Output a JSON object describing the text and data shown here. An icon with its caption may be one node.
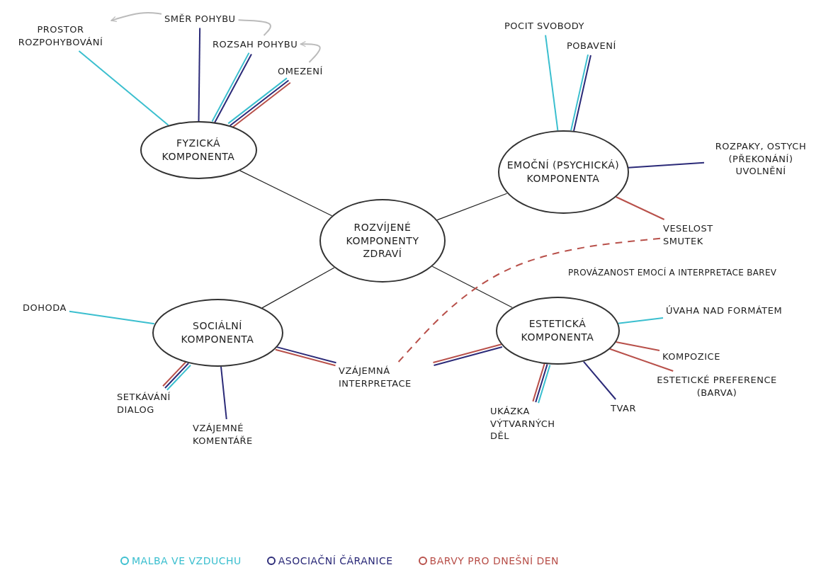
{
  "diagram": {
    "nodes": [
      {
        "text": [
          "ROZVÍJENÉ KOMPONENTY ZDRAVÍ"
        ]
      },
      {
        "text": [
          "FYZICKÁ KOMPONENTA"
        ]
      },
      {
        "text": [
          "EMOČNÍ (PSYCHICKÁ) KOMPONENTA"
        ]
      },
      {
        "text": [
          "SOCIÁLNÍ KOMPONENTA"
        ]
      },
      {
        "text": [
          "ESTETICKÁ KOMPONENTA"
        ]
      },
      {
        "text": [
          "PROSTOR ROZPOHYBOVÁNÍ"
        ]
      },
      {
        "text": [
          "SMĚR POHYBU"
        ]
      },
      {
        "text": [
          "ROZSAH POHYBU"
        ]
      },
      {
        "text": [
          "OMEZENÍ"
        ]
      },
      {
        "text": [
          "POCIT SVOBODY"
        ]
      },
      {
        "text": [
          "POBAVENÍ"
        ]
      },
      {
        "text": [
          "ROZPAKY, OSTYCH (PŘEKONÁNÍ) UVOLNĚNÍ"
        ]
      },
      {
        "text": [
          "VESELOST SMUTEK"
        ]
      },
      {
        "text": [
          "DOHODA"
        ]
      },
      {
        "text": [
          "SETKÁVÁNÍ DIALOG"
        ]
      },
      {
        "text": [
          "VZÁJEMNÉ KOMENTÁŘE"
        ]
      },
      {
        "text": [
          "VZÁJEMNÁ INTERPRETACE"
        ]
      },
      {
        "text": [
          "ÚVAHA NAD FORMÁTEM"
        ]
      },
      {
        "text": [
          "KOMPOZICE"
        ]
      },
      {
        "text": [
          "ESTETICKÉ PREFERENCE (BARVA)"
        ]
      },
      {
        "text": [
          "UKÁZKA VÝTVARNÝCH DĚL"
        ]
      },
      {
        "text": [
          "TVAR"
        ]
      }
    ],
    "edges": [
      {
        "from": 0,
        "to": 1,
        "arrow": "none"
      },
      {
        "from": 0,
        "to": 2,
        "arrow": "none"
      },
      {
        "from": 0,
        "to": 3,
        "arrow": "none"
      },
      {
        "from": 0,
        "to": 4,
        "arrow": "none"
      },
      {
        "from": 1,
        "to": 5,
        "arrow": "none",
        "color": "#3bbfcf"
      },
      {
        "from": 1,
        "to": 6,
        "arrow": "none",
        "color": "#2b2a78"
      },
      {
        "from": 1,
        "to": 7,
        "arrow": "none",
        "color": "#3bbfcf"
      },
      {
        "from": 1,
        "to": 7,
        "arrow": "none",
        "color": "#2b2a78"
      },
      {
        "from": 1,
        "to": 8,
        "arrow": "none",
        "color": "#3bbfcf"
      },
      {
        "from": 1,
        "to": 8,
        "arrow": "none",
        "color": "#2b2a78"
      },
      {
        "from": 1,
        "to": 8,
        "arrow": "none",
        "color": "#b8504a"
      },
      {
        "from": 2,
        "to": 9,
        "arrow": "none",
        "color": "#3bbfcf"
      },
      {
        "from": 2,
        "to": 10,
        "arrow": "none",
        "color": "#3bbfcf"
      },
      {
        "from": 2,
        "to": 10,
        "arrow": "none",
        "color": "#2b2a78"
      },
      {
        "from": 2,
        "to": 11,
        "arrow": "none",
        "color": "#2b2a78"
      },
      {
        "from": 2,
        "to": 12,
        "arrow": "none",
        "color": "#b8504a"
      },
      {
        "from": 3,
        "to": 13,
        "arrow": "none",
        "color": "#3bbfcf"
      },
      {
        "from": 3,
        "to": 14,
        "arrow": "none",
        "color": "#3bbfcf"
      },
      {
        "from": 3,
        "to": 14,
        "arrow": "none",
        "color": "#2b2a78"
      },
      {
        "from": 3,
        "to": 14,
        "arrow": "none",
        "color": "#b8504a"
      },
      {
        "from": 3,
        "to": 15,
        "arrow": "none",
        "color": "#2b2a78"
      },
      {
        "from": 3,
        "to": 16,
        "arrow": "none",
        "color": "#2b2a78"
      },
      {
        "from": 3,
        "to": 16,
        "arrow": "none",
        "color": "#b8504a"
      },
      {
        "from": 4,
        "to": 16,
        "arrow": "none",
        "color": "#2b2a78"
      },
      {
        "from": 4,
        "to": 16,
        "arrow": "none",
        "color": "#b8504a"
      },
      {
        "from": 4,
        "to": 17,
        "arrow": "none",
        "color": "#3bbfcf"
      },
      {
        "from": 4,
        "to": 18,
        "arrow": "none",
        "color": "#b8504a"
      },
      {
        "from": 4,
        "to": 19,
        "arrow": "none",
        "color": "#b8504a"
      },
      {
        "from": 4,
        "to": 20,
        "arrow": "none",
        "color": "#3bbfcf"
      },
      {
        "from": 4,
        "to": 20,
        "arrow": "none",
        "color": "#2b2a78"
      },
      {
        "from": 4,
        "to": 20,
        "arrow": "none",
        "color": "#b8504a"
      },
      {
        "from": 4,
        "to": 21,
        "arrow": "none",
        "color": "#2b2a78"
      },
      {
        "from": 16,
        "to": 12,
        "arrow": "none",
        "style": "dashed",
        "color": "#b8504a",
        "label": "PROVÁZANOST EMOCÍ A INTERPRETACE BAREV"
      },
      {
        "from": 6,
        "to": 5,
        "arrow": "to",
        "color": "#bbbbbb"
      },
      {
        "from": 8,
        "to": 7,
        "arrow": "to",
        "color": "#bbbbbb"
      },
      {
        "from": 6,
        "to": 7,
        "arrow": "none",
        "color": "#bbbbbb"
      }
    ],
    "legend": [
      {
        "text": "MALBA VE VZDUCHU",
        "color": "#3bbfcf"
      },
      {
        "text": "ASOCIAČNÍ ČÁRANICE",
        "color": "#2b2a78"
      },
      {
        "text": "BARVY PRO DNEŠNÍ DEN",
        "color": "#b8504a"
      }
    ]
  }
}
